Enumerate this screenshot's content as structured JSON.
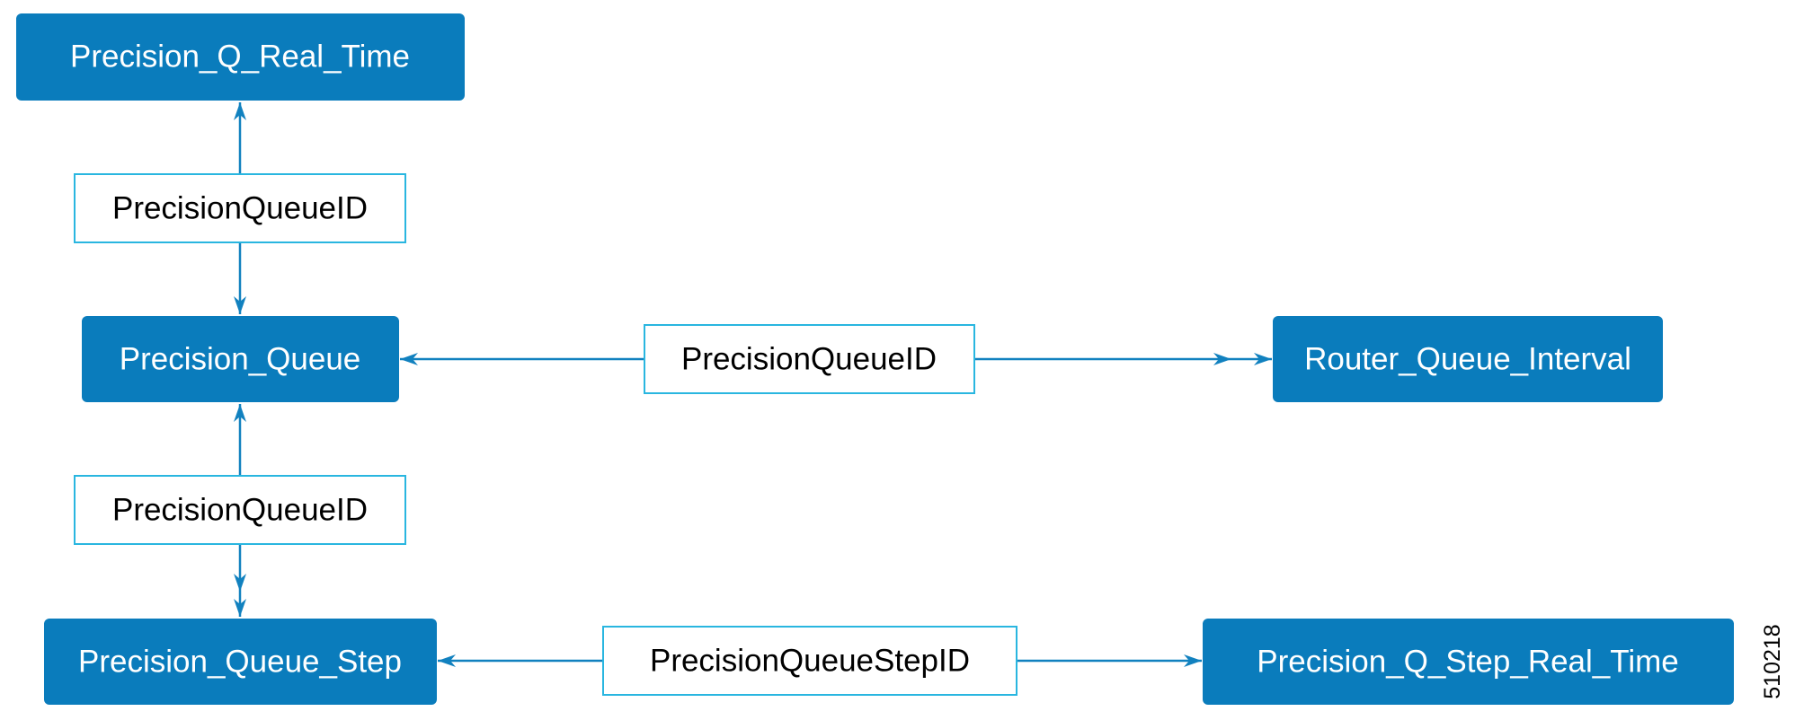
{
  "colors": {
    "table_fill": "#0a7cbc",
    "key_border": "#29b6e0",
    "connector": "#1181bf"
  },
  "tables": {
    "precision_q_real_time": "Precision_Q_Real_Time",
    "precision_queue": "Precision_Queue",
    "router_queue_interval": "Router_Queue_Interval",
    "precision_queue_step": "Precision_Queue_Step",
    "precision_q_step_real_time": "Precision_Q_Step_Real_Time"
  },
  "keys": {
    "top": "PrecisionQueueID",
    "middle": "PrecisionQueueID",
    "lower": "PrecisionQueueID",
    "bottom": "PrecisionQueueStepID"
  },
  "figure_id": "510218"
}
